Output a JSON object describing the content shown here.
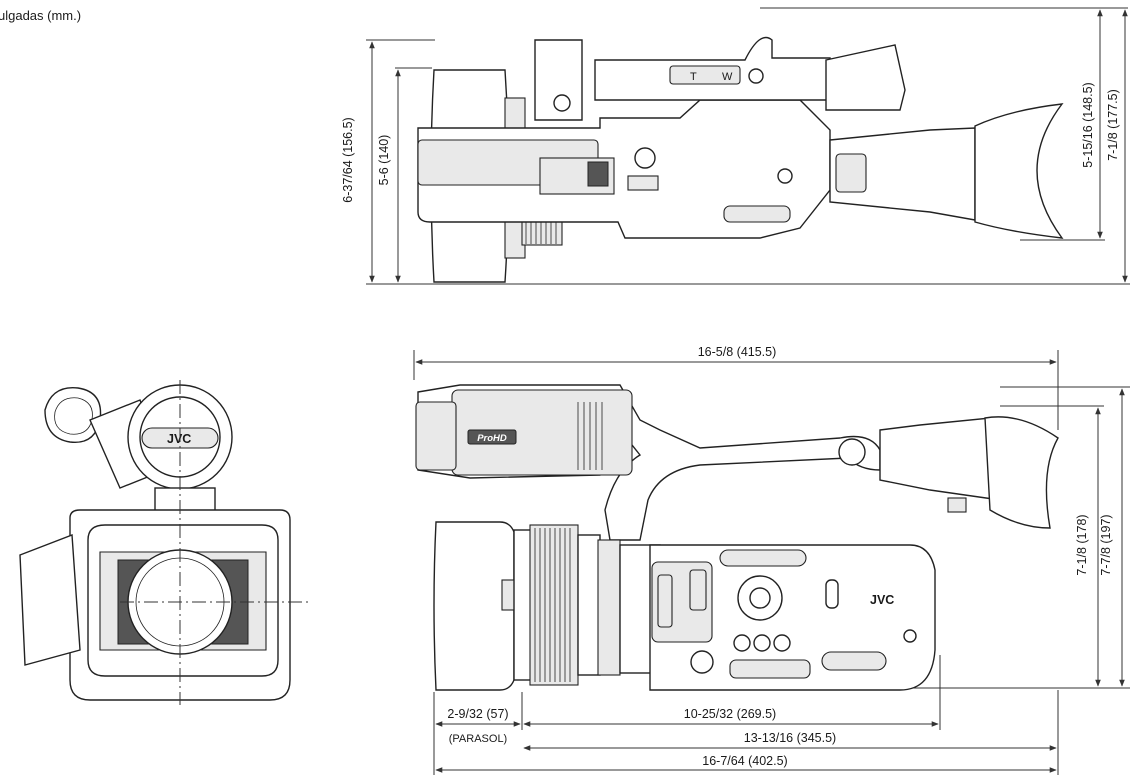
{
  "units_label": "ulgadas (mm.)",
  "top_view": {
    "dims": {
      "overall_height": "6-37/64 (156.5)",
      "body_height": "5-6 (140)",
      "right_height_1": "5-15/16 (148.5)",
      "right_height_2": "7-1/8 (177.5)"
    },
    "zoom_labels": {
      "t": "T",
      "w": "W"
    }
  },
  "side_view": {
    "dims": {
      "total_length_top": "16-5/8 (415.5)",
      "height_1": "7-1/8 (178)",
      "height_2": "7-7/8 (197)",
      "parasol_length": "2-9/32 (57)",
      "parasol_label": "(PARASOL)",
      "body_length": "10-25/32 (269.5)",
      "length_2": "13-13/16 (345.5)",
      "total_length_bottom": "16-7/64 (402.5)"
    },
    "brand_logo": "JVC",
    "prohd_badge": "ProHD"
  },
  "front_view": {
    "brand_logo": "JVC"
  }
}
